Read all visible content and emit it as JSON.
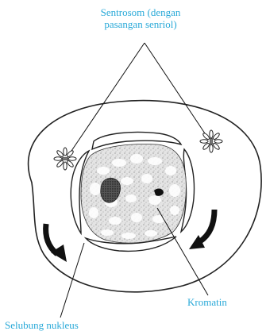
{
  "labels": {
    "centrosome_line1": "Sentrosom (dengan",
    "centrosome_line2": "pasangan senriol)",
    "chromatin": "Kromatin",
    "nuclear_envelope": "Selubung nukleus"
  },
  "colors": {
    "label_text": "#29a9d8",
    "stroke": "#222222",
    "nucleus_fill": "#d9d9d9",
    "cell_fill": "#ffffff"
  }
}
